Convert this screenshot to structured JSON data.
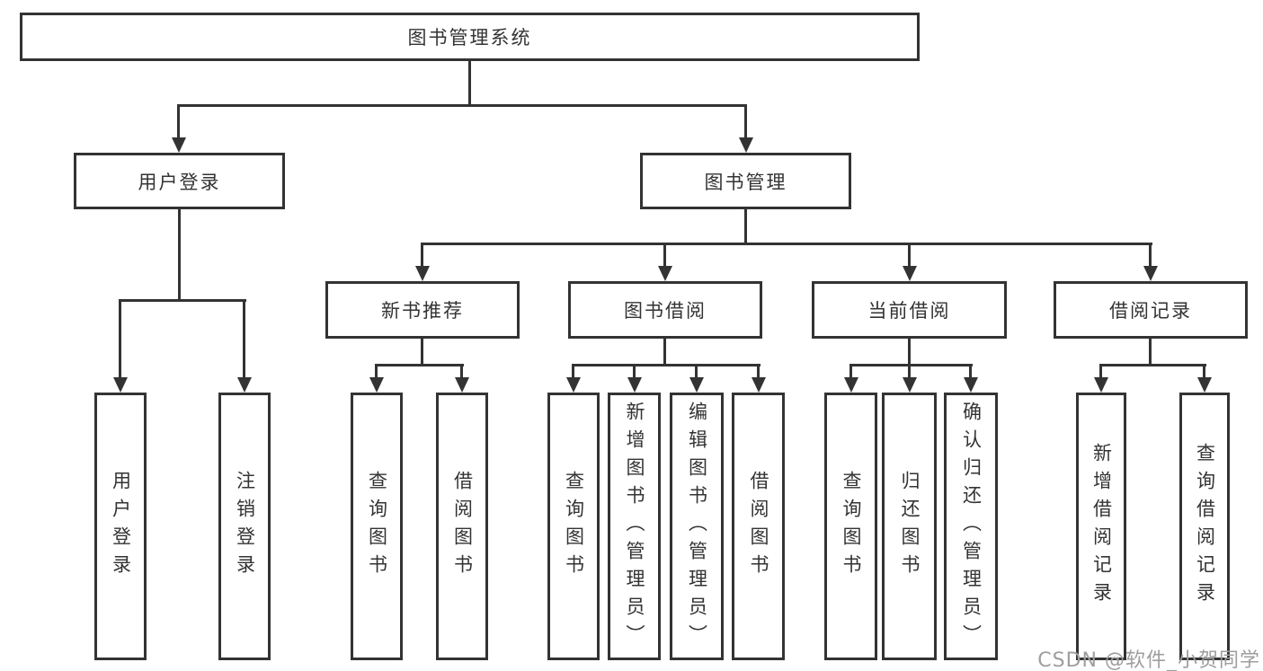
{
  "diagram": {
    "type": "hierarchy-tree",
    "title": "图书管理系统"
  },
  "nodes": {
    "root": "图书管理系统",
    "user_login": "用户登录",
    "book_mgmt": "图书管理",
    "new_book_rec": "新书推荐",
    "book_borrow": "图书借阅",
    "current_borrow": "当前借阅",
    "borrow_records": "借阅记录",
    "leaf_user_login": "用户登录",
    "leaf_logout": "注销登录",
    "leaf_query_book_rec": "查询图书",
    "leaf_borrow_book_rec": "借阅图书",
    "leaf_query_book_borrow": "查询图书",
    "leaf_add_book_admin": "新增图书（管理员）",
    "leaf_edit_book_admin": "编辑图书（管理员）",
    "leaf_borrow_book_borrow": "借阅图书",
    "leaf_query_book_current": "查询图书",
    "leaf_return_book": "归还图书",
    "leaf_confirm_return_admin": "确认归还（管理员）",
    "leaf_add_borrow_record": "新增借阅记录",
    "leaf_query_borrow_record": "查询借阅记录"
  },
  "edges": [
    [
      "图书管理系统",
      "用户登录"
    ],
    [
      "图书管理系统",
      "图书管理"
    ],
    [
      "用户登录",
      "用户登录"
    ],
    [
      "用户登录",
      "注销登录"
    ],
    [
      "图书管理",
      "新书推荐"
    ],
    [
      "图书管理",
      "图书借阅"
    ],
    [
      "图书管理",
      "当前借阅"
    ],
    [
      "图书管理",
      "借阅记录"
    ],
    [
      "新书推荐",
      "查询图书"
    ],
    [
      "新书推荐",
      "借阅图书"
    ],
    [
      "图书借阅",
      "查询图书"
    ],
    [
      "图书借阅",
      "新增图书（管理员）"
    ],
    [
      "图书借阅",
      "编辑图书（管理员）"
    ],
    [
      "图书借阅",
      "借阅图书"
    ],
    [
      "当前借阅",
      "查询图书"
    ],
    [
      "当前借阅",
      "归还图书"
    ],
    [
      "当前借阅",
      "确认归还（管理员）"
    ],
    [
      "借阅记录",
      "新增借阅记录"
    ],
    [
      "借阅记录",
      "查询借阅记录"
    ]
  ],
  "watermark": "CSDN @软件_小贺同学",
  "colors": {
    "line": "#333333",
    "text": "#333333",
    "box_fill": "#ffffff",
    "background": "#ffffff",
    "watermark": "#9e9e9e"
  }
}
